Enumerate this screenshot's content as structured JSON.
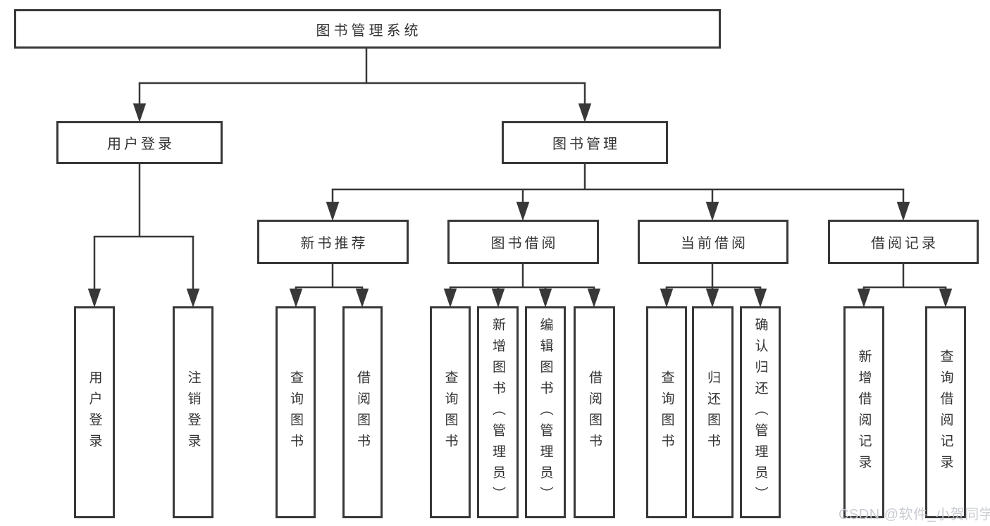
{
  "watermark": "CSDN @软件_小贺同学",
  "colors": {
    "line": "#383838",
    "border": "#383838",
    "text": "#333333",
    "background": "#ffffff",
    "watermark": "#c6c9d0"
  },
  "tree": {
    "root": "图书管理系统",
    "user_branch": {
      "label": "用户登录",
      "children": [
        "用户登录",
        "注销登录"
      ]
    },
    "book_branch": {
      "label": "图书管理",
      "modules": [
        {
          "label": "新书推荐",
          "children": [
            "查询图书",
            "借阅图书"
          ]
        },
        {
          "label": "图书借阅",
          "children": [
            "查询图书",
            "新增图书（管理员）",
            "编辑图书（管理员）",
            "借阅图书"
          ]
        },
        {
          "label": "当前借阅",
          "children": [
            "查询图书",
            "归还图书",
            "确认归还（管理员）"
          ]
        },
        {
          "label": "借阅记录",
          "children": [
            "新增借阅记录",
            "查询借阅记录"
          ]
        }
      ]
    }
  }
}
